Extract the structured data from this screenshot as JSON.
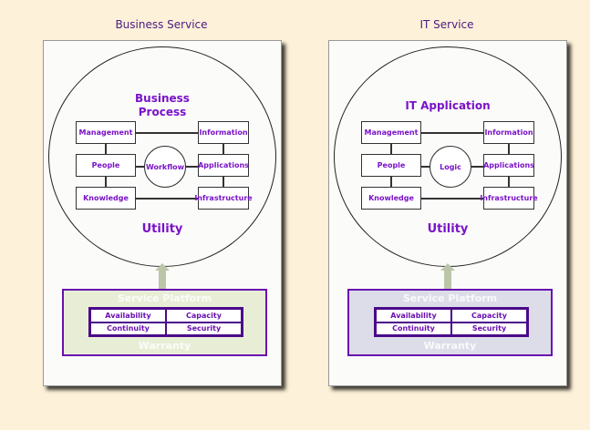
{
  "panels": [
    {
      "title": "Business Service",
      "heading_line1": "Business",
      "heading_line2": "Process",
      "center": "Workflow",
      "utility": "Utility",
      "left_boxes": [
        "Management",
        "People",
        "Knowledge"
      ],
      "right_boxes": [
        "Information",
        "Applications",
        "Infrastructure"
      ],
      "platform": {
        "top_label": "Service Platform",
        "bottom_label": "Warranty",
        "cells": [
          "Availability",
          "Capacity",
          "Continuity",
          "Security"
        ],
        "fill": "#e8eed6"
      }
    },
    {
      "title": "IT Service",
      "heading_line1": "IT Application",
      "heading_line2": "",
      "center": "Logic",
      "utility": "Utility",
      "left_boxes": [
        "Management",
        "People",
        "Knowledge"
      ],
      "right_boxes": [
        "Information",
        "Applications",
        "Infrastructure"
      ],
      "platform": {
        "top_label": "Service Platform",
        "bottom_label": "Warranty",
        "cells": [
          "Availability",
          "Capacity",
          "Continuity",
          "Security"
        ],
        "fill": "#dcdde8"
      }
    }
  ]
}
